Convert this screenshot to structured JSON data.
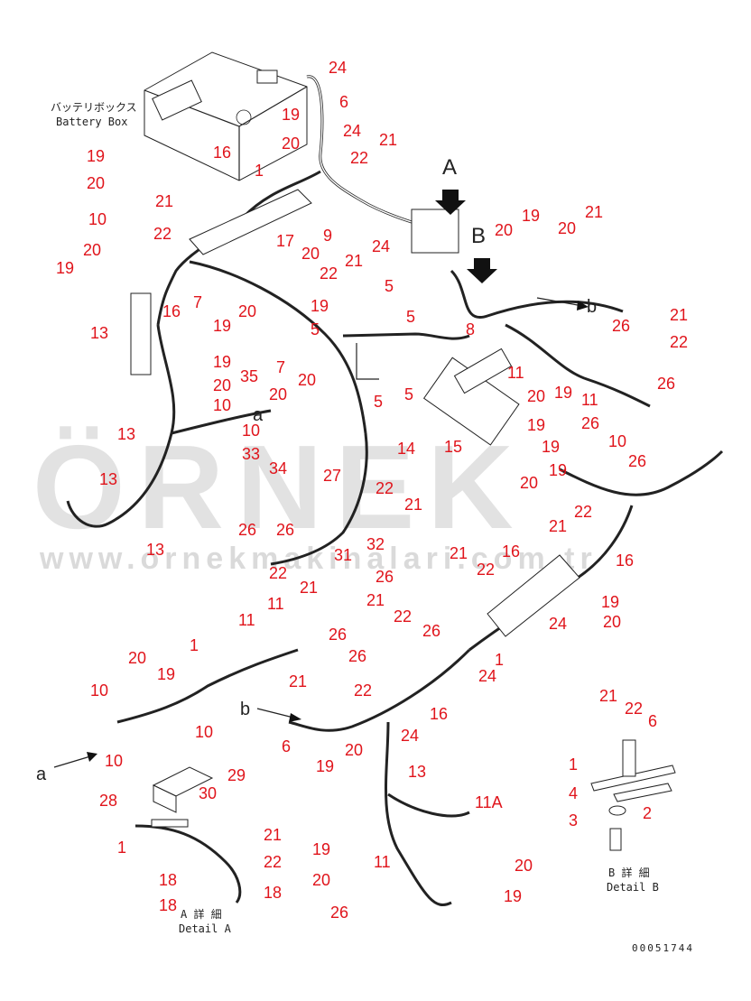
{
  "captions": {
    "battery_box_jp": "バッテリボックス",
    "battery_box_en": "Battery Box",
    "detail_a_jp": "A 詳 細",
    "detail_a_en": "Detail A",
    "detail_b_jp": "B 詳 細",
    "detail_b_en": "Detail B",
    "doc_number": "00051744"
  },
  "view_letters": {
    "A": "A",
    "B": "B",
    "a_top": "a",
    "a_bottom": "a",
    "b_right": "b",
    "b_bottom": "b"
  },
  "watermark": {
    "logo": "ÖRNEK",
    "url": "www.ornekmakinalari.com.tr"
  },
  "callouts": [
    "24",
    "6",
    "19",
    "16",
    "20",
    "24",
    "21",
    "22",
    "1",
    "19",
    "20",
    "9",
    "24",
    "21",
    "10",
    "22",
    "17",
    "20",
    "19",
    "20",
    "22",
    "21",
    "5",
    "19",
    "20",
    "16",
    "7",
    "20",
    "19",
    "5",
    "5",
    "8",
    "19",
    "20",
    "21",
    "19",
    "20",
    "26",
    "21",
    "22",
    "13",
    "7",
    "5",
    "11",
    "19",
    "35",
    "5",
    "20",
    "11",
    "26",
    "20",
    "10",
    "20",
    "19",
    "19",
    "26",
    "10",
    "14",
    "15",
    "13",
    "10",
    "33",
    "34",
    "27",
    "20",
    "26",
    "13",
    "19",
    "26",
    "22",
    "21",
    "21",
    "26",
    "22",
    "31",
    "32",
    "13",
    "21",
    "22",
    "16",
    "16",
    "21",
    "22",
    "26",
    "19",
    "11",
    "21",
    "20",
    "11",
    "26",
    "22",
    "24",
    "26",
    "26",
    "1",
    "1",
    "24",
    "20",
    "19",
    "21",
    "10",
    "22",
    "16",
    "24",
    "10",
    "10",
    "6",
    "20",
    "13",
    "19",
    "21",
    "22",
    "6",
    "29",
    "11A",
    "28",
    "30",
    "1",
    "1",
    "21",
    "4",
    "22",
    "2",
    "3",
    "11",
    "18",
    "19",
    "20",
    "19",
    "20",
    "18",
    "26",
    "18"
  ]
}
